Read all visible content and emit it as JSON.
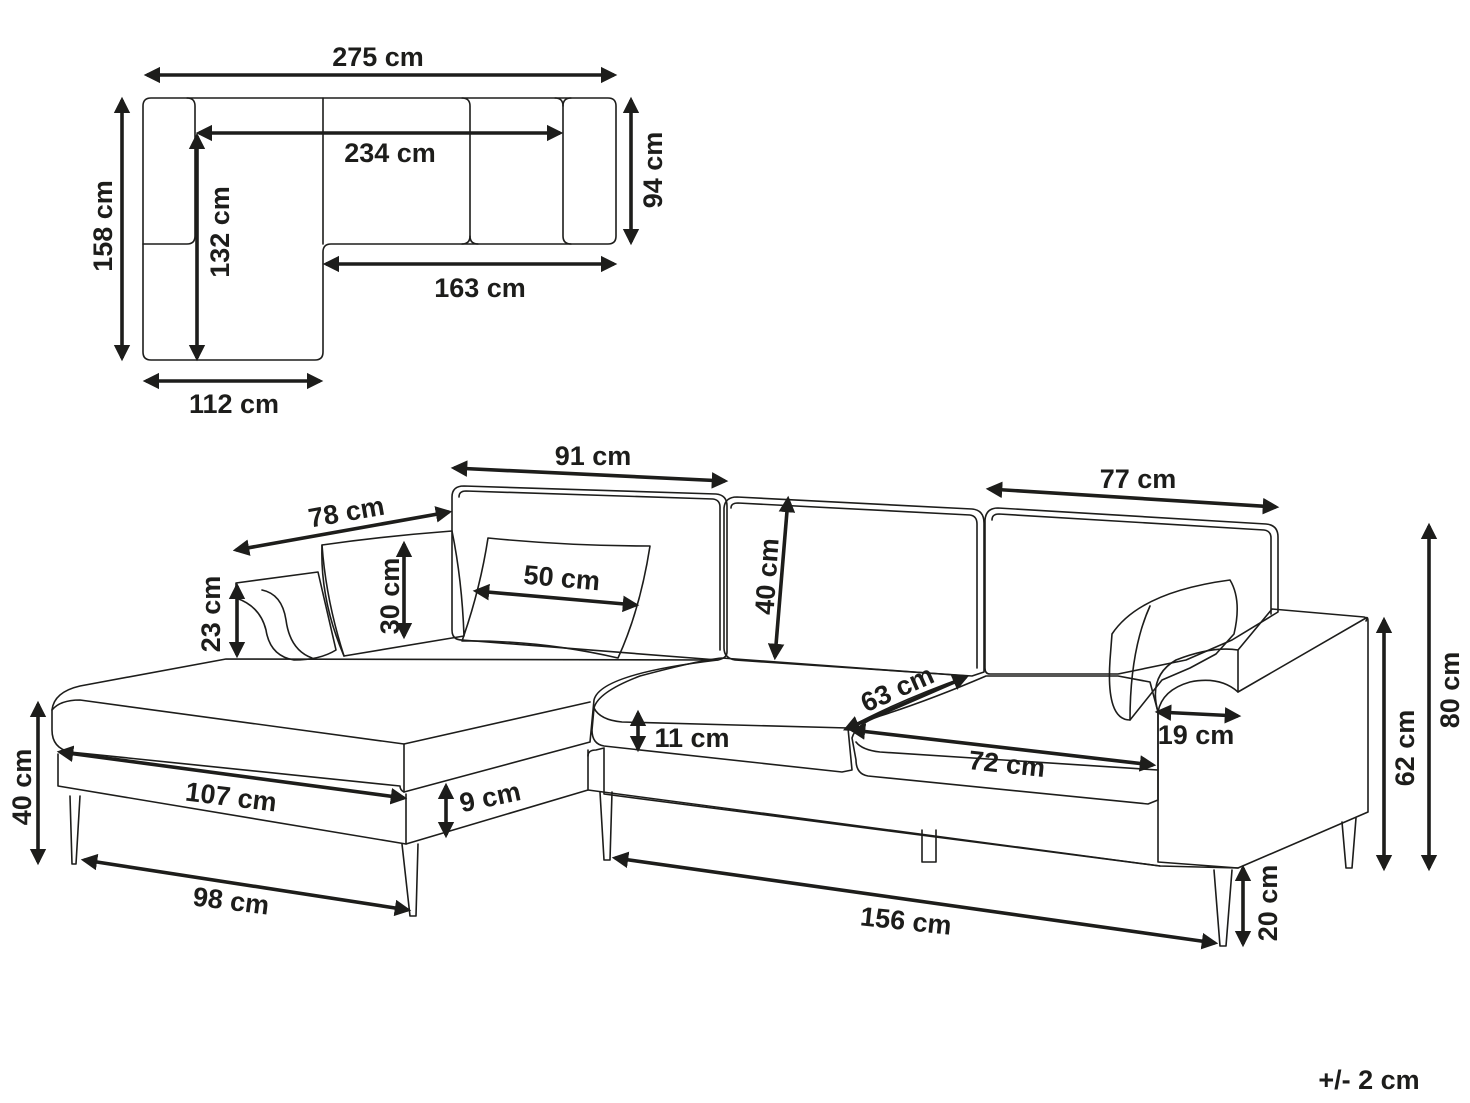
{
  "colors": {
    "line": "#1d1d1b",
    "background": "#ffffff"
  },
  "top_view": {
    "overall_width": "275 cm",
    "inner_width": "234 cm",
    "depth_right": "94 cm",
    "depth_left": "158 cm",
    "chaise_inner_length": "132 cm",
    "main_section_width": "163 cm",
    "chaise_width": "112 cm"
  },
  "perspective_view": {
    "back_cushion_91": "91 cm",
    "back_cushion_77": "77 cm",
    "chaise_back_78": "78 cm",
    "armrest_height_23": "23 cm",
    "pillow_height_30": "30 cm",
    "pillow_width_50": "50 cm",
    "back_height_40": "40 cm",
    "seat_depth_63": "63 cm",
    "cushion_height_11": "11 cm",
    "seat_width_72": "72 cm",
    "arm_width_19": "19 cm",
    "chaise_length_107": "107 cm",
    "frame_height_9": "9 cm",
    "seat_height_40": "40 cm",
    "chaise_leg_span_98": "98 cm",
    "main_leg_span_156": "156 cm",
    "leg_height_20": "20 cm",
    "arm_height_62": "62 cm",
    "total_height_80": "80 cm"
  },
  "tolerance_note": "+/- 2 cm"
}
